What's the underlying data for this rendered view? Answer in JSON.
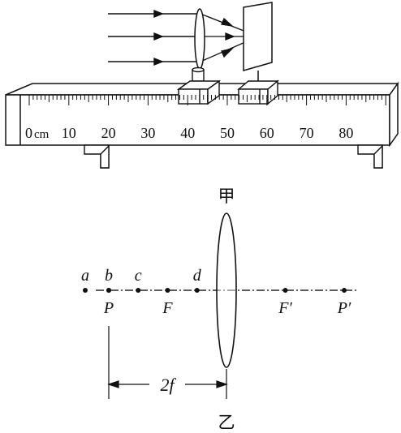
{
  "ruler": {
    "zero_label": "0",
    "unit_label": "cm",
    "tick_labels": [
      "10",
      "20",
      "30",
      "40",
      "50",
      "60",
      "70",
      "80"
    ],
    "max_cm": 90,
    "lens_position_cm": 42,
    "screen_position_cm": 59
  },
  "lens_diagram": {
    "top_label": "甲",
    "bottom_label": "乙",
    "focal_label": "2f",
    "points_above": [
      {
        "label": "a",
        "position_f": -2.4
      },
      {
        "label": "b",
        "position_f": -2.0
      },
      {
        "label": "c",
        "position_f": -1.5
      },
      {
        "label": "d",
        "position_f": -0.5
      }
    ],
    "points_below": [
      {
        "label": "P",
        "position_f": -2.0
      },
      {
        "label": "F",
        "position_f": -1.0
      },
      {
        "label": "F′",
        "position_f": 1.0
      },
      {
        "label": "P′",
        "position_f": 2.0
      }
    ]
  },
  "colors": {
    "ink": "#111111",
    "paper": "#ffffff"
  }
}
